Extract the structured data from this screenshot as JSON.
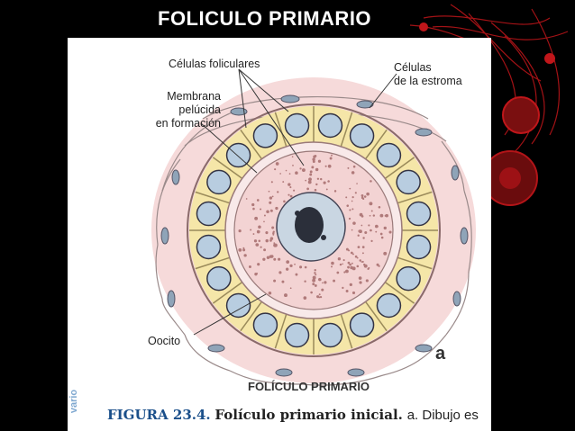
{
  "slide": {
    "title": "FOLICULO PRIMARIO"
  },
  "figure": {
    "labels": {
      "celulas_foliculares": "Células foliculares",
      "celulas_estroma_line1": "Células",
      "celulas_estroma_line2": "de la estroma",
      "membrana_line1": "Membrana",
      "membrana_line2": "pelúcida",
      "membrana_line3": "en formación",
      "oocito": "Oocito"
    },
    "panel_letter": "a",
    "name": "FOLÍCULO PRIMARIO",
    "caption": {
      "number": "FIGURA 23.4.",
      "title": "Folículo primario inicial.",
      "rest": "a. Dibujo es"
    },
    "side_text": "vario"
  },
  "colors": {
    "background": "#000000",
    "title": "#ffffff",
    "follicular_cell": "#f5e6a8",
    "nucleus": "#b8cde0",
    "oocyte": "#f3d3d3",
    "zona": "#f8e9e9",
    "stroma": "#f6dada",
    "figure_number": "#1a4f8a",
    "decor_red": "#c0161a"
  }
}
